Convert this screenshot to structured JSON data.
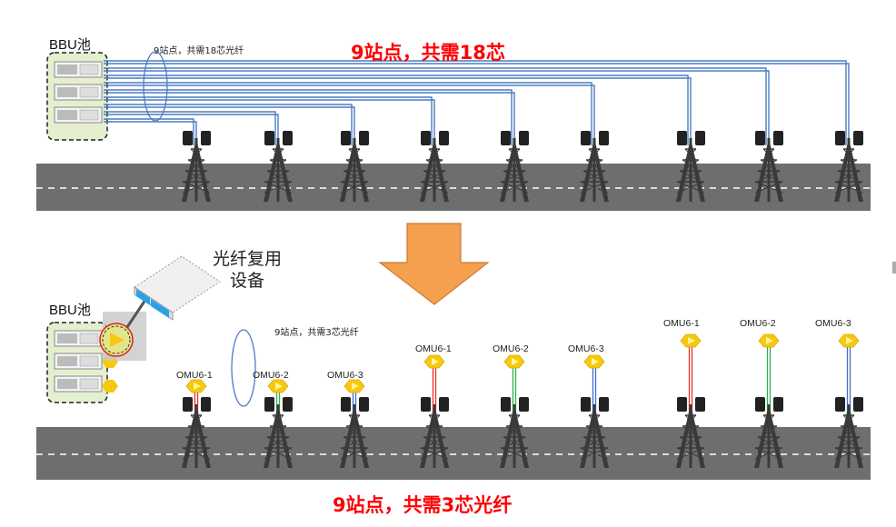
{
  "top_scenario": {
    "headline": "9站点，共需18芯",
    "bundle_label": "9站点，共需18芯光纤",
    "pool_label": "BBU池",
    "site_count": 9,
    "fiber_cores": 18
  },
  "bottom_scenario": {
    "headline": "9站点，共需3芯光纤",
    "bundle_label": "9站点，共需3芯光纤",
    "pool_label": "BBU池",
    "device_label_line1": "光纤复用",
    "device_label_line2": "设备",
    "site_count": 9,
    "fiber_cores": 3,
    "groups": [
      {
        "name": "group-1",
        "omus": [
          "OMU6-1",
          "OMU6-2",
          "OMU6-3"
        ]
      },
      {
        "name": "group-2",
        "omus": [
          "OMU6-1",
          "OMU6-2",
          "OMU6-3"
        ]
      },
      {
        "name": "group-3",
        "omus": [
          "OMU6-1",
          "OMU6-2",
          "OMU6-3"
        ]
      }
    ]
  },
  "colors": {
    "fiber_blue": "#4a7cc4",
    "road_gray": "#6e6e6e",
    "tower_dark": "#3a3a3a",
    "pool_fill": "#e4efcf",
    "arrow_orange": "#f5a04f",
    "headline_red": "#ff0000",
    "omu_yellow": "#f6c90e",
    "drop_red": "#e8312a",
    "drop_green": "#2eb24a",
    "drop_blue": "#3f6fd0"
  }
}
